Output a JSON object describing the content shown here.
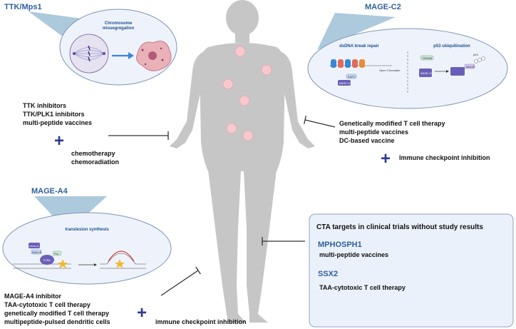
{
  "human_figure": {
    "name": "human-body",
    "spot_color": "#f6c9cf",
    "body_color": "#c9c9c9"
  },
  "ttk": {
    "title": "TTK/Mps1",
    "inset_label_line1": "Chromosome",
    "inset_label_line2": "missegregation",
    "therapies": [
      "TTK inhibitors",
      "TTK/PLK1 inhibitors",
      "multi-peptide vaccines"
    ],
    "combo": [
      "chemotherapy",
      "chemoradiation"
    ]
  },
  "magec2": {
    "title": "MAGE-C2",
    "panel_left": "dsDNA break repair",
    "panel_right": "p53 ubiquitination",
    "tiny_labels": {
      "kap1": "KAP1",
      "mage": "MAGE-C2",
      "open": "Open Chromatin",
      "trim28": "TRIM28",
      "mdm2": "MDM2",
      "p53": "p53"
    },
    "therapies": [
      "Genetically modified T cell therapy",
      "multi-peptide vaccines",
      "DC-based vaccine"
    ],
    "combo": "Immune checkpoint inhibition"
  },
  "magea4": {
    "title": "MAGE-A4",
    "inset_label": "translesion  synthesis",
    "tiny_labels": {
      "magec2": "MAGE-C2",
      "rad18": "RAD18",
      "pcna": "PCNA",
      "pol": "Pol"
    },
    "therapies": [
      "MAGE-A4 inhibitor",
      "TAA-cytotoxic T cell therapy",
      "genetically modified T cell therapy",
      "multipeptide-pulsed dendritic cells"
    ],
    "combo": "immune checkpoint inhibition"
  },
  "cta_box": {
    "title": "CTA targets in clinical trials without study results",
    "items": [
      {
        "target": "MPHOSPH1",
        "therapy": "multi-peptide vaccines"
      },
      {
        "target": "SSX2",
        "therapy": "TAA-cytotoxic T cell therapy"
      }
    ]
  },
  "colors": {
    "accent": "#2f5f9e",
    "plus": "#2e3a8c",
    "inset_fill": "#eef3fb",
    "inset_stroke": "#7f93b8",
    "cone": "#9fbfd6"
  }
}
